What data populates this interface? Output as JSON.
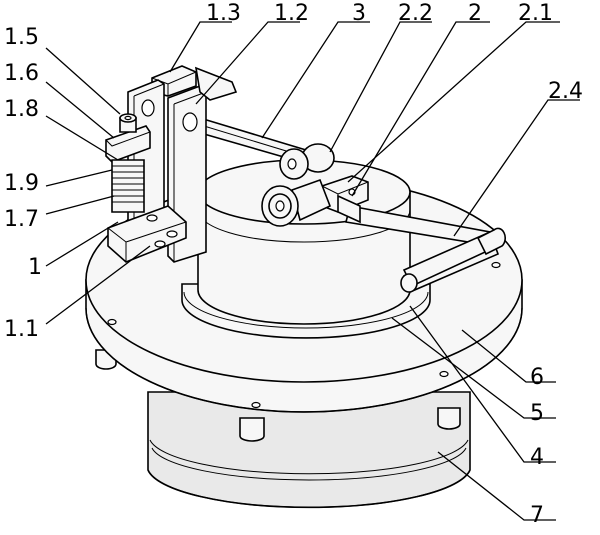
{
  "figure": {
    "labels": {
      "l_1_5": "1.5",
      "l_1_6": "1.6",
      "l_1_8": "1.8",
      "l_1_9": "1.9",
      "l_1_7": "1.7",
      "l_1": "1",
      "l_1_1": "1.1",
      "l_1_3": "1.3",
      "l_1_2": "1.2",
      "l_3": "3",
      "l_2_2": "2.2",
      "l_2": "2",
      "l_2_1": "2.1",
      "l_2_4": "2.4",
      "l_6": "6",
      "l_5": "5",
      "l_4": "4",
      "l_7": "7"
    }
  }
}
